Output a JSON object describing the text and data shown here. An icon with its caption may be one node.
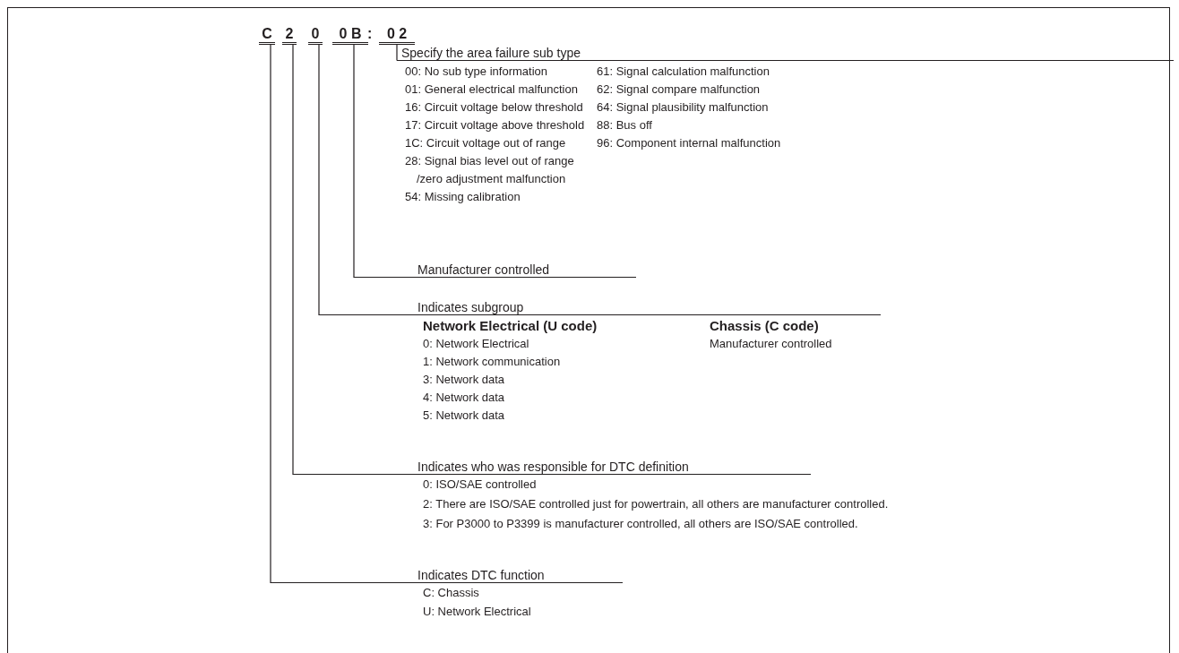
{
  "diagram": {
    "nodes": [
      {
        "text": [
          "C"
        ]
      },
      {
        "text": [
          "2"
        ]
      },
      {
        "text": [
          "0"
        ]
      },
      {
        "text": [
          "0 B"
        ]
      },
      {
        "text": [
          "0 2"
        ]
      },
      {
        "text": [
          "Specify the area failure sub type"
        ]
      },
      {
        "text": [
          "Manufacturer controlled"
        ]
      },
      {
        "text": [
          "Indicates subgroup"
        ]
      },
      {
        "text": [
          "Indicates who was responsible for DTC definition"
        ]
      },
      {
        "text": [
          "Indicates DTC function"
        ]
      }
    ],
    "edges": [
      {
        "from": 4,
        "to": 5,
        "arrow": "none"
      },
      {
        "from": 3,
        "to": 6,
        "arrow": "none"
      },
      {
        "from": 2,
        "to": 7,
        "arrow": "none"
      },
      {
        "from": 1,
        "to": 8,
        "arrow": "none"
      },
      {
        "from": 0,
        "to": 9,
        "arrow": "none"
      }
    ],
    "labels": [
      ":",
      "00: No sub type information",
      "61: Signal calculation malfunction",
      "01: General electrical malfunction",
      "62: Signal compare malfunction",
      "16: Circuit voltage below threshold",
      "64: Signal plausibility malfunction",
      "17: Circuit voltage above threshold",
      "88: Bus off",
      "1C: Circuit voltage out of range",
      "96: Component internal malfunction",
      "28: Signal bias level out of range /zero adjustment malfunction",
      "54: Missing calibration",
      "Network Electrical (U code)",
      "Chassis (C code)",
      "0: Network Electrical",
      "Manufacturer controlled",
      "1: Network communication",
      "3: Network data",
      "4: Network data",
      "5: Network data",
      "0: ISO/SAE controlled",
      "2: There are ISO/SAE controlled just for powertrain, all others are manufacturer controlled.",
      "3: For P3000 to P3399 is manufacturer controlled, all others are ISO/SAE controlled.",
      "C: Chassis",
      "U: Network Electrical"
    ]
  }
}
